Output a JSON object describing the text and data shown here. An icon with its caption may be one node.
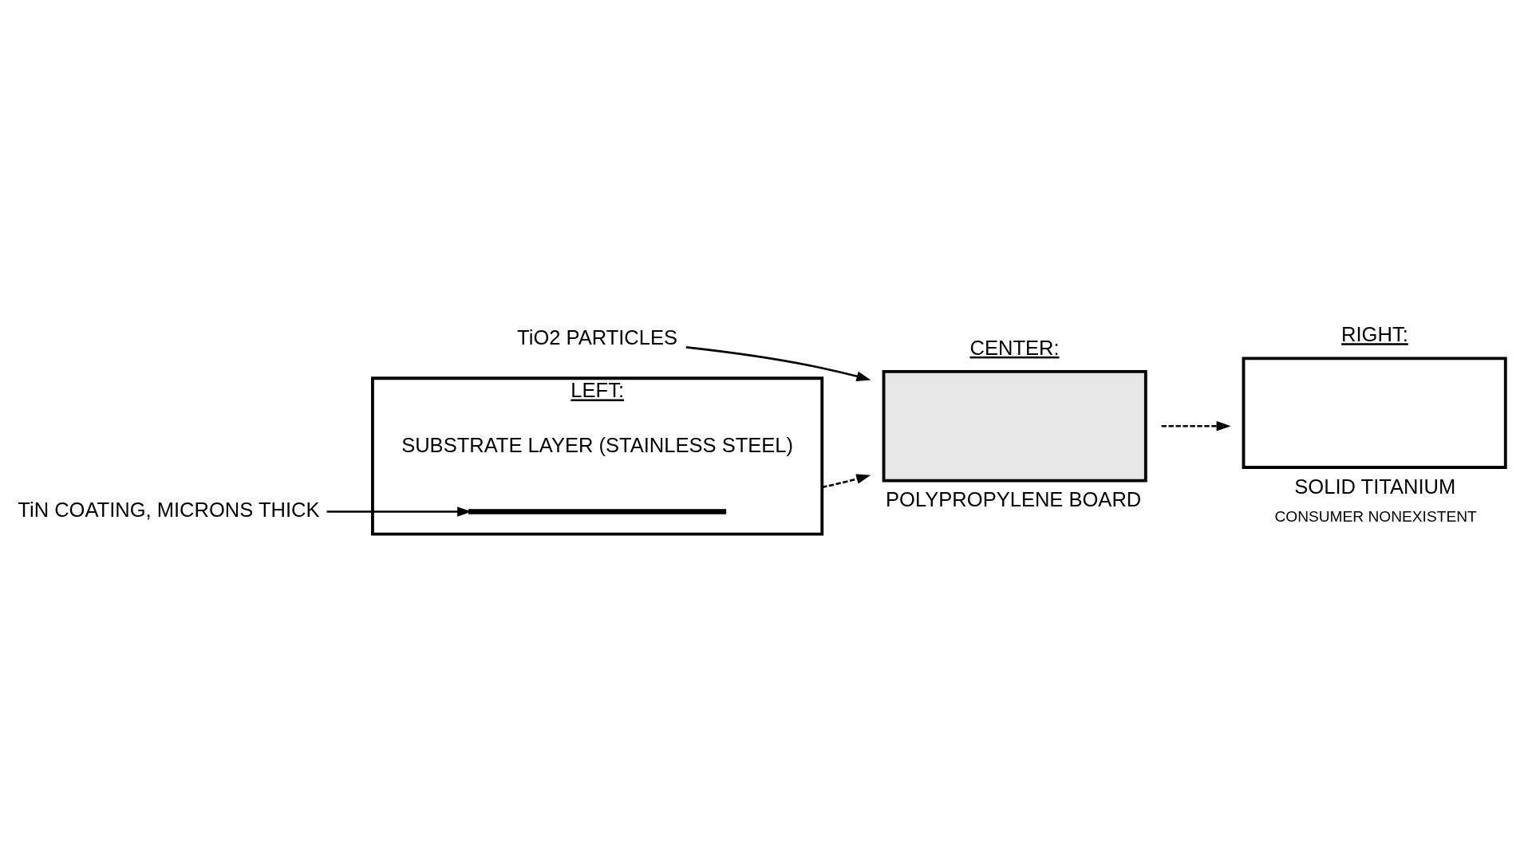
{
  "diagram": {
    "nodes": [
      {
        "text": [
          "LEFT:"
        ],
        "beside": [
          "SUBSTRATE LAYER (STAINLESS STEEL)"
        ]
      },
      {
        "text": [],
        "shape": "bar",
        "in": 0
      },
      {
        "text": [
          "TiN COATING, MICRONS THICK"
        ]
      },
      {
        "text": [
          "CENTER:"
        ],
        "beside": [
          "POLYPROPYLENE BOARD"
        ]
      },
      {
        "text": [
          "TiO2 PARTICLES"
        ]
      },
      {
        "text": [
          "RIGHT:"
        ],
        "beside": [
          "SOLID TITANIUM",
          "CONSUMER NONEXISTENT"
        ]
      }
    ],
    "edges": [
      {
        "from": 2,
        "to": 1,
        "arrow": "to"
      },
      {
        "from": 4,
        "to": 3,
        "arrow": "to"
      },
      {
        "from": 0,
        "to": 3,
        "arrow": "to",
        "style": "dashed"
      },
      {
        "from": 3,
        "to": 5,
        "arrow": "to",
        "style": "dashed"
      }
    ]
  }
}
